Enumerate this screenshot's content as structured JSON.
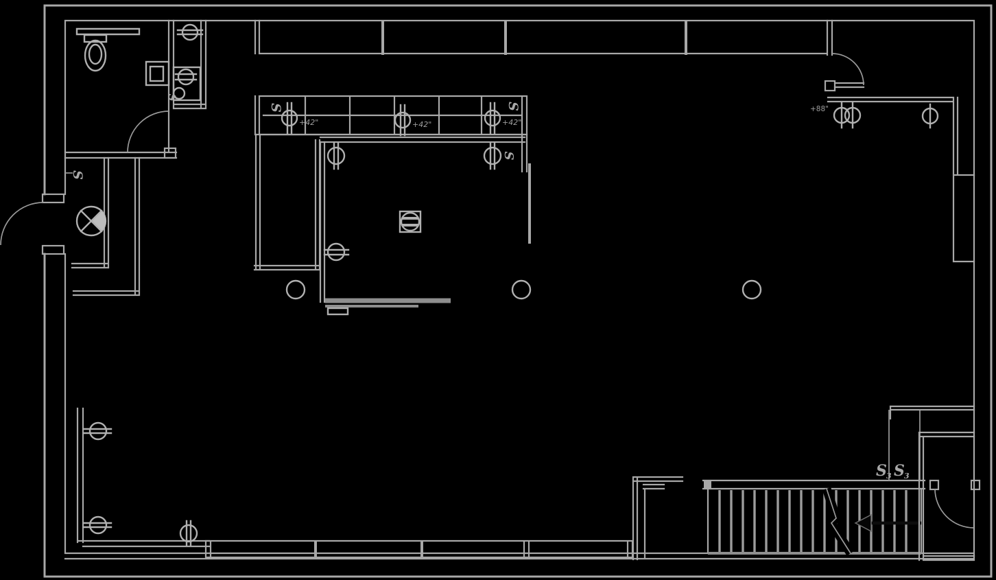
{
  "drawing": {
    "type": "architectural-floor-plan-electrical",
    "background": "#000000",
    "colors": {
      "line": "#a8a8a8",
      "line_bright": "#d6d6d6",
      "line_dim": "#8e8e8e",
      "stair_arrow": "#0c0c0c",
      "text": "#9d9d9d"
    },
    "labels": {
      "counter_outlet_height": "+42\"",
      "wall_outlet_height": "+88\"",
      "switch": "S",
      "three_way_subscript": "3"
    },
    "symbols": [
      "duplex-outlet",
      "quad-outlet",
      "gfi-outlet",
      "switch",
      "three-way-switch",
      "ceiling-light",
      "exit-ceiling-light",
      "junction-box",
      "toilet",
      "wall-sink",
      "window-wall",
      "door-swing",
      "stairs",
      "stair-direction-arrow",
      "break-line"
    ]
  }
}
